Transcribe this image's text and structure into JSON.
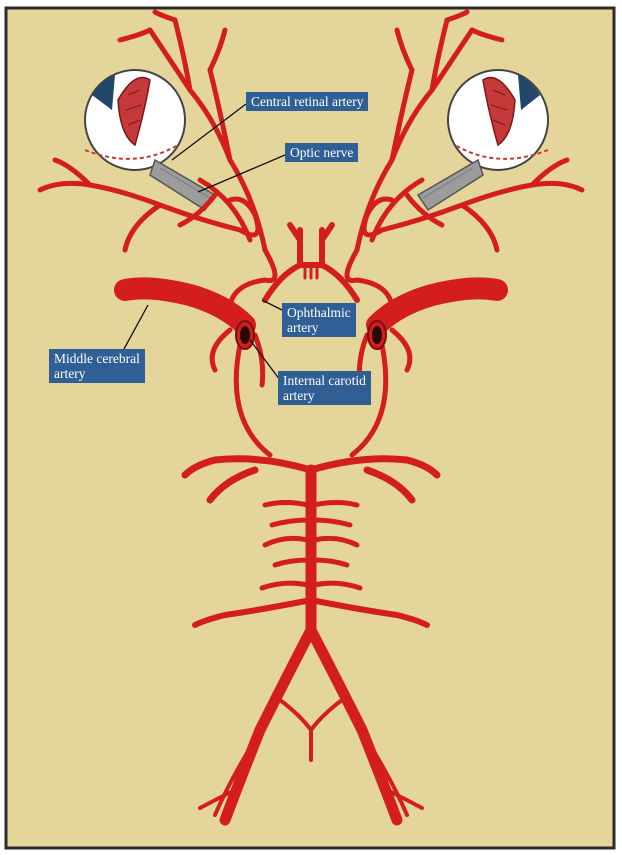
{
  "labels": {
    "central_retinal_artery": "Central retinal artery",
    "optic_nerve": "Optic nerve",
    "ophthalmic_artery": "Ophthalmic\nartery",
    "middle_cerebral_artery": "Middle cerebral\nartery",
    "internal_carotid_artery": "Internal carotid\nartery"
  },
  "colors": {
    "background": "#e4d69b",
    "artery": "#d41e1e",
    "artery_dark": "#a31313",
    "label_bg": "#2f5f95",
    "label_text": "#ffffff",
    "border": "#2b2b2b"
  }
}
